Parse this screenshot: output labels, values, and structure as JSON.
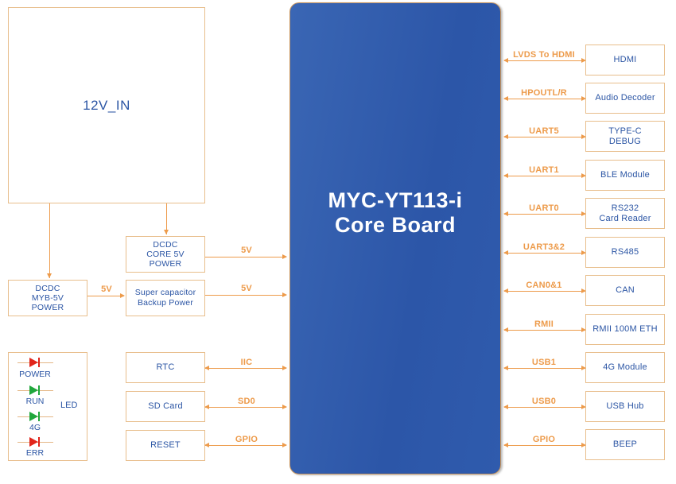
{
  "colors": {
    "orange": "#ED9B4B",
    "box_border": "#E8BE8C",
    "blue_text": "#2B55A4",
    "board_blue_start": "#3A66B4",
    "board_blue_end": "#2C56A8",
    "board_border": "#C9955C",
    "diode_line": "#E4B786",
    "board_title": "#FFFFFF",
    "led_red": "#E1251B",
    "led_green": "#21A73C"
  },
  "board": {
    "title": "MYC-YT113-i\nCore Board"
  },
  "power": {
    "input_label": "12V_IN",
    "dcdc_core_label": "DCDC\nCORE 5V\nPOWER",
    "dcdc_myb_label": "DCDC\nMYB-5V\nPOWER",
    "supercap_label": "Super capacitor\nBackup Power",
    "rail_myb_to_supercap": "5V",
    "rail_core_to_board": "5V",
    "rail_supercap_to_board": "5V"
  },
  "led_panel": {
    "label": "LED",
    "leds": [
      {
        "name": "POWER",
        "color": "#E1251B"
      },
      {
        "name": "RUN",
        "color": "#21A73C"
      },
      {
        "name": "4G",
        "color": "#21A73C"
      },
      {
        "name": "ERR",
        "color": "#E1251B"
      }
    ]
  },
  "left_modules": [
    {
      "name": "RTC",
      "bus": "IIC"
    },
    {
      "name": "SD Card",
      "bus": "SD0"
    },
    {
      "name": "RESET",
      "bus": "GPIO"
    }
  ],
  "right_modules": [
    {
      "bus": "LVDS To HDMI",
      "name": "HDMI"
    },
    {
      "bus": "HPOUTL/R",
      "name": "Audio Decoder"
    },
    {
      "bus": "UART5",
      "name": "TYPE-C\nDEBUG"
    },
    {
      "bus": "UART1",
      "name": "BLE Module"
    },
    {
      "bus": "UART0",
      "name": "RS232\nCard Reader"
    },
    {
      "bus": "UART3&2",
      "name": "RS485"
    },
    {
      "bus": "CAN0&1",
      "name": "CAN"
    },
    {
      "bus": "RMII",
      "name": "RMII 100M ETH"
    },
    {
      "bus": "USB1",
      "name": "4G Module"
    },
    {
      "bus": "USB0",
      "name": "USB Hub"
    },
    {
      "bus": "GPIO",
      "name": "BEEP"
    }
  ]
}
